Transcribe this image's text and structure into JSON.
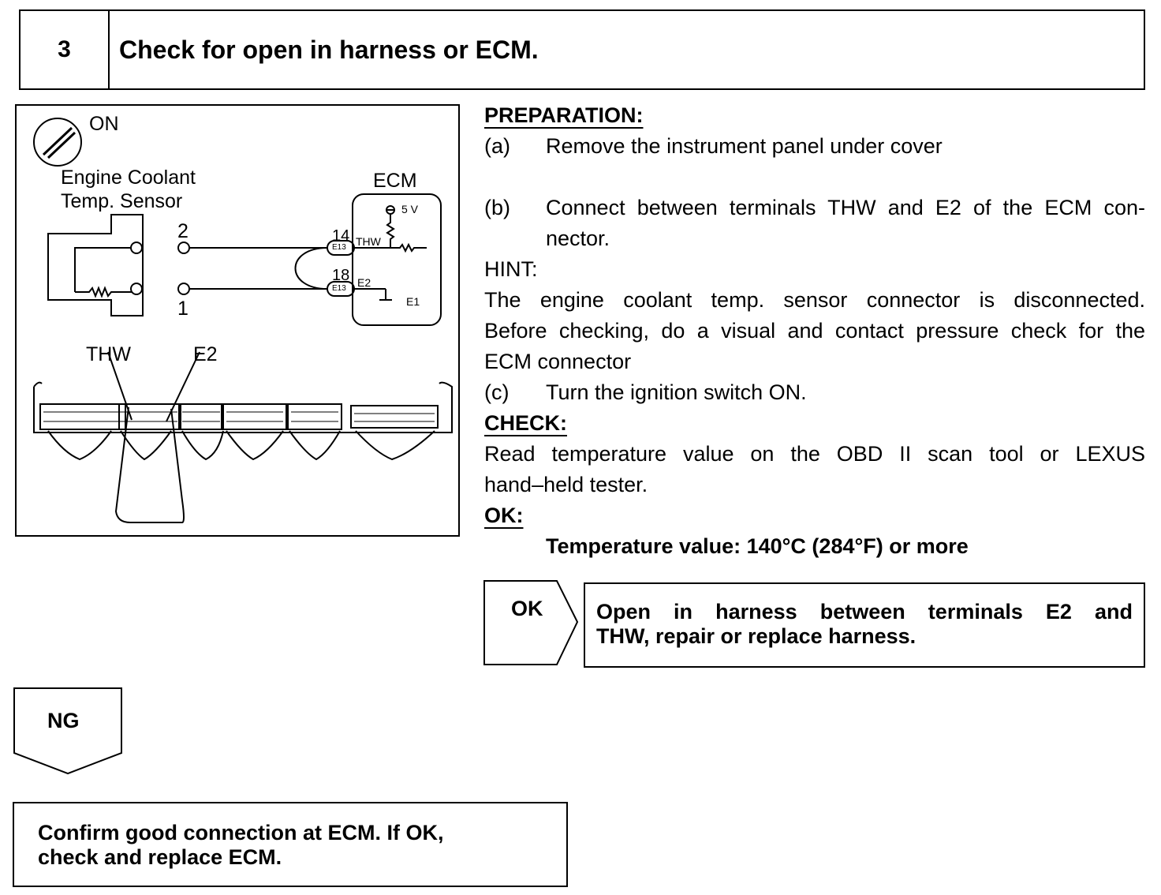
{
  "step": {
    "number": "3",
    "title": "Check for open in harness or ECM."
  },
  "diagram": {
    "ignition_label": "ON",
    "sensor_label_line1": "Engine Coolant",
    "sensor_label_line2": "Temp. Sensor",
    "ecm_label": "ECM",
    "voltage_label": "5 V",
    "pin_2": "2",
    "pin_1": "1",
    "ecm_pin_14": "14",
    "ecm_pin_18": "18",
    "connector_e13_a": "E13",
    "connector_e13_b": "E13",
    "thw_inner": "THW",
    "e2_inner": "E2",
    "e1_label": "E1",
    "thw_label": "THW",
    "e2_label": "E2"
  },
  "procedure": {
    "preparation_heading": "PREPARATION:",
    "step_a_label": "(a)",
    "step_a_text": "Remove the instrument panel under cover",
    "step_b_label": "(b)",
    "step_b_line1": "Connect between terminals THW and E2 of the ECM con-",
    "step_b_line2": "nector.",
    "hint_heading": "HINT:",
    "hint_line1": "The engine coolant temp. sensor connector is disconnected.",
    "hint_line2": "Before checking, do a visual and contact pressure check for the",
    "hint_line3": "ECM connector",
    "step_c_label": "(c)",
    "step_c_text": "Turn the ignition switch ON.",
    "check_heading": "CHECK:",
    "check_line1": "Read temperature value on the OBD II scan tool or LEXUS",
    "check_line2": "hand–held tester.",
    "ok_heading": "OK:",
    "ok_value": "Temperature value: 140°C (284°F) or more"
  },
  "results": {
    "ok_label": "OK",
    "ok_action_line1": "Open in harness between terminals E2 and",
    "ok_action_line2": "THW, repair or replace harness.",
    "ng_label": "NG",
    "ng_action_line1": "Confirm good connection at ECM. If OK,",
    "ng_action_line2": "check and replace ECM."
  }
}
